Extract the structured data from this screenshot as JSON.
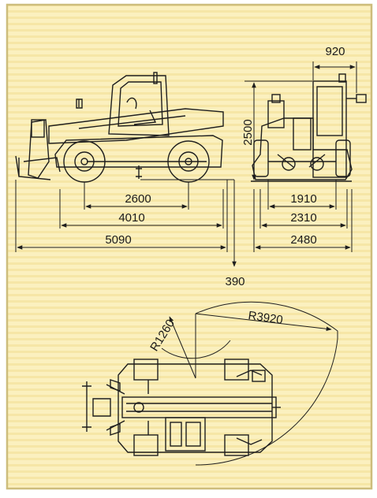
{
  "drawing": {
    "background_color": "#fbf0bf",
    "stripe_color": "#f6e6a6",
    "frame_color": "#cdbd7c",
    "line_color": "#1e1e1e",
    "side_view": {
      "wheelbase": "2600",
      "axle_span": "4010",
      "overall_length": "5090",
      "ground_clearance": "390"
    },
    "front_view": {
      "cab_offset": "920",
      "height": "2500",
      "track_width": "1910",
      "wheel_width": "2310",
      "overall_width": "2480"
    },
    "top_view": {
      "inner_radius": "R1260",
      "outer_radius": "R3920"
    }
  }
}
